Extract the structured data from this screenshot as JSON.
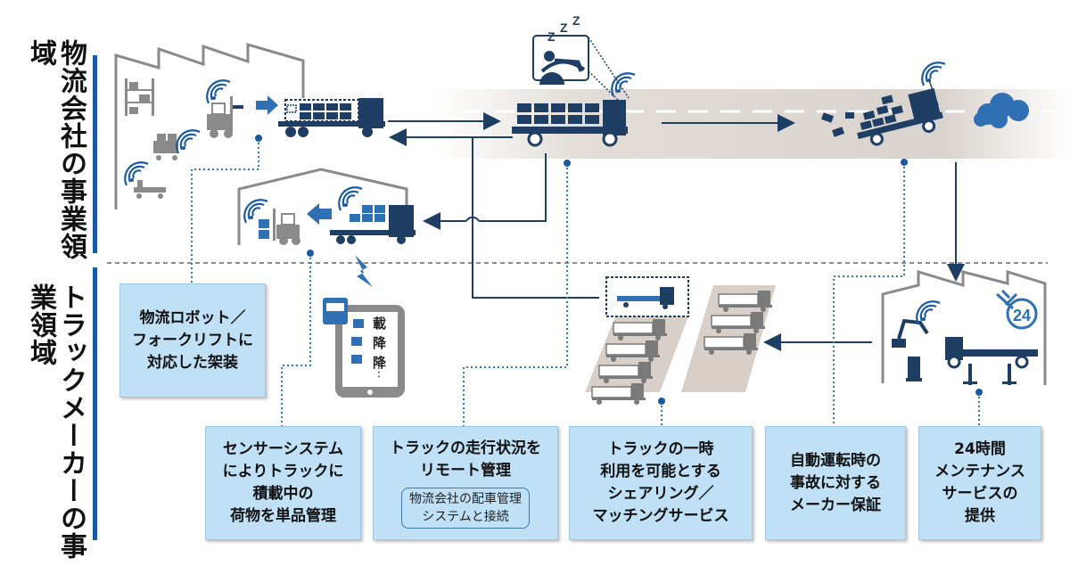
{
  "sections": {
    "top_label": "物流会社の事業領域",
    "bottom_label": "トラックメーカーの事業領域"
  },
  "tablet": {
    "labels": [
      "載",
      "降",
      "降"
    ]
  },
  "boxes": {
    "robot": [
      "物流ロボット／",
      "フォークリフトに",
      "対応した架装"
    ],
    "sensor": [
      "センサーシステム",
      "によりトラックに",
      "積載中の",
      "荷物を単品管理"
    ],
    "remote": [
      "トラックの走行状況を",
      "リモート管理"
    ],
    "remote_sub": [
      "物流会社の配車管理",
      "システムと接続"
    ],
    "sharing": [
      "トラックの一時",
      "利用を可能とする",
      "シェアリング／",
      "マッチングサービス"
    ],
    "guarantee": [
      "自動運転時の",
      "事故に対する",
      "メーカー保証"
    ],
    "maintenance": [
      "24時間",
      "メンテナンス",
      "サービスの",
      "提供"
    ]
  },
  "icons": {
    "sleep": "zzz-icon",
    "clock": "24",
    "wifi": "wifi-icon"
  },
  "colors": {
    "navy": "#1f3e63",
    "blue": "#1a5aa0",
    "accent": "#2f6fb3",
    "box_fill": "#bfe0f5",
    "road": "#d8d2cc",
    "dotted": "#2a7bc0",
    "grey_truck": "#7a7a7a"
  }
}
